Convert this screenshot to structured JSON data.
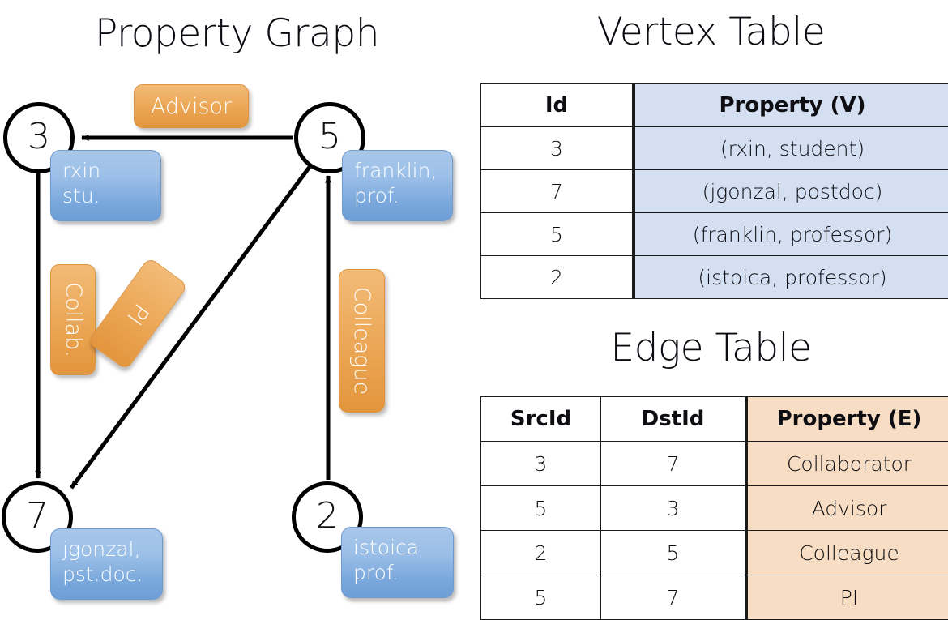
{
  "titles": {
    "property_graph": "Property Graph",
    "vertex_table": "Vertex Table",
    "edge_table": "Edge Table"
  },
  "graph": {
    "nodes": [
      {
        "id": "3",
        "label": "3",
        "property": "rxin\nstu."
      },
      {
        "id": "5",
        "label": "5",
        "property": "franklin,\nprof."
      },
      {
        "id": "7",
        "label": "7",
        "property": "jgonzal,\npst.doc."
      },
      {
        "id": "2",
        "label": "2",
        "property": "istoica\nprof."
      }
    ],
    "edge_labels": [
      {
        "name": "advisor",
        "text": "Advisor"
      },
      {
        "name": "collab",
        "text": "Collab."
      },
      {
        "name": "pi",
        "text": "PI"
      },
      {
        "name": "colleague",
        "text": "Colleague"
      }
    ],
    "edges": [
      {
        "src": "5",
        "dst": "3",
        "label": "Advisor"
      },
      {
        "src": "3",
        "dst": "7",
        "label": "Collab."
      },
      {
        "src": "5",
        "dst": "7",
        "label": "PI"
      },
      {
        "src": "2",
        "dst": "5",
        "label": "Colleague"
      }
    ]
  },
  "vertex_table": {
    "headers": [
      "Id",
      "Property (V)"
    ],
    "rows": [
      {
        "id": "3",
        "property": "(rxin, student)"
      },
      {
        "id": "7",
        "property": "(jgonzal, postdoc)"
      },
      {
        "id": "5",
        "property": "(franklin, professor)"
      },
      {
        "id": "2",
        "property": "(istoica, professor)"
      }
    ]
  },
  "edge_table": {
    "headers": [
      "SrcId",
      "DstId",
      "Property (E)"
    ],
    "rows": [
      {
        "src": "3",
        "dst": "7",
        "property": "Collaborator"
      },
      {
        "src": "5",
        "dst": "3",
        "property": "Advisor"
      },
      {
        "src": "2",
        "dst": "5",
        "property": "Colleague"
      },
      {
        "src": "5",
        "dst": "7",
        "property": "PI"
      }
    ]
  },
  "colors": {
    "vertex_property_fill": "#d4dff2",
    "edge_property_fill": "#f6ddc4",
    "node_box_blue": "#7aa8dc",
    "edge_label_orange": "#e79d48",
    "stroke": "#000000",
    "background": "#ffffff"
  }
}
